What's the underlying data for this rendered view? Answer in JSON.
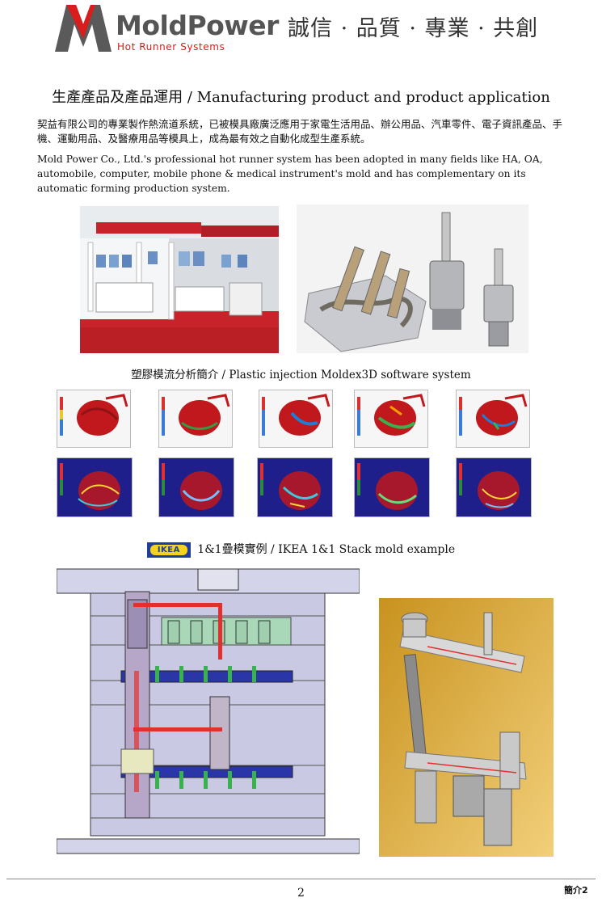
{
  "header": {
    "brand_name": "MoldPower",
    "brand_sub": "Hot Runner Systems",
    "motto": "誠信 · 品質 · 專業 · 共創",
    "colors": {
      "red": "#d91c1c",
      "gray": "#555555"
    }
  },
  "section": {
    "title": "生產產品及產品運用 / Manufacturing product and product application",
    "intro_zh": "契益有限公司的專業製作熱流道系統，已被模具廠廣泛應用于家電生活用品、辦公用品、汽車零件、電子資訊產品、手機、運動用品、及醫療用品等模具上，成為最有效之自動化成型生產系統。",
    "intro_en": "Mold Power Co., Ltd.'s professional hot runner system has been adopted in many fields like HA, OA, automobile, computer, mobile phone & medical instrument's mold and has complementary on its automatic forming production system."
  },
  "moldex": {
    "title": "塑膠模流分析簡介 / Plastic injection Moldex3D software system",
    "colors": {
      "panel_dark": "#1e1f8a",
      "part_red": "#c0181c"
    }
  },
  "ikea": {
    "logo_text": "IKEA",
    "title": "1&1疊模實例 / IKEA 1&1 Stack mold example",
    "colors": {
      "mold_body": "#c9c9e4",
      "hot_runner": "#e23030",
      "plate_blue": "#2a36a8"
    }
  },
  "footer": {
    "page_number": "2",
    "page_tag": "簡介2"
  }
}
